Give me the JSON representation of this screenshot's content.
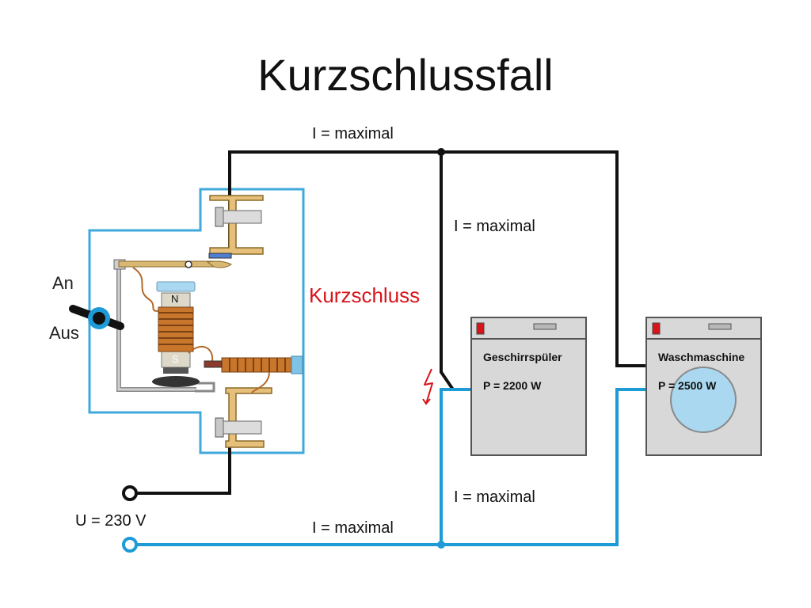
{
  "title": "Kurzschlussfall",
  "labels": {
    "current_top": "I = maximal",
    "current_branch_top": "I = maximal",
    "current_branch_bottom": "I = maximal",
    "current_bottom": "I = maximal",
    "voltage": "U = 230 V",
    "switch_on": "An",
    "switch_off": "Aus",
    "short_circuit": "Kurzschluss",
    "pole_north": "N",
    "pole_south": "S"
  },
  "appliances": [
    {
      "name": "Geschirrspüler",
      "power": "P = 2200 W"
    },
    {
      "name": "Waschmaschine",
      "power": "P = 2500 W"
    }
  ],
  "colors": {
    "phase_wire": "#111111",
    "neutral_wire": "#1e9bd7",
    "housing": "#3fa9dc",
    "short_circuit": "#d7141a",
    "coil": "#c8762b",
    "appliance_body": "#d8d8d8",
    "indicator": "#d7141a",
    "drum": "#a9d8f0"
  },
  "icons": {
    "short_circuit": "lightning-bolt-icon"
  }
}
